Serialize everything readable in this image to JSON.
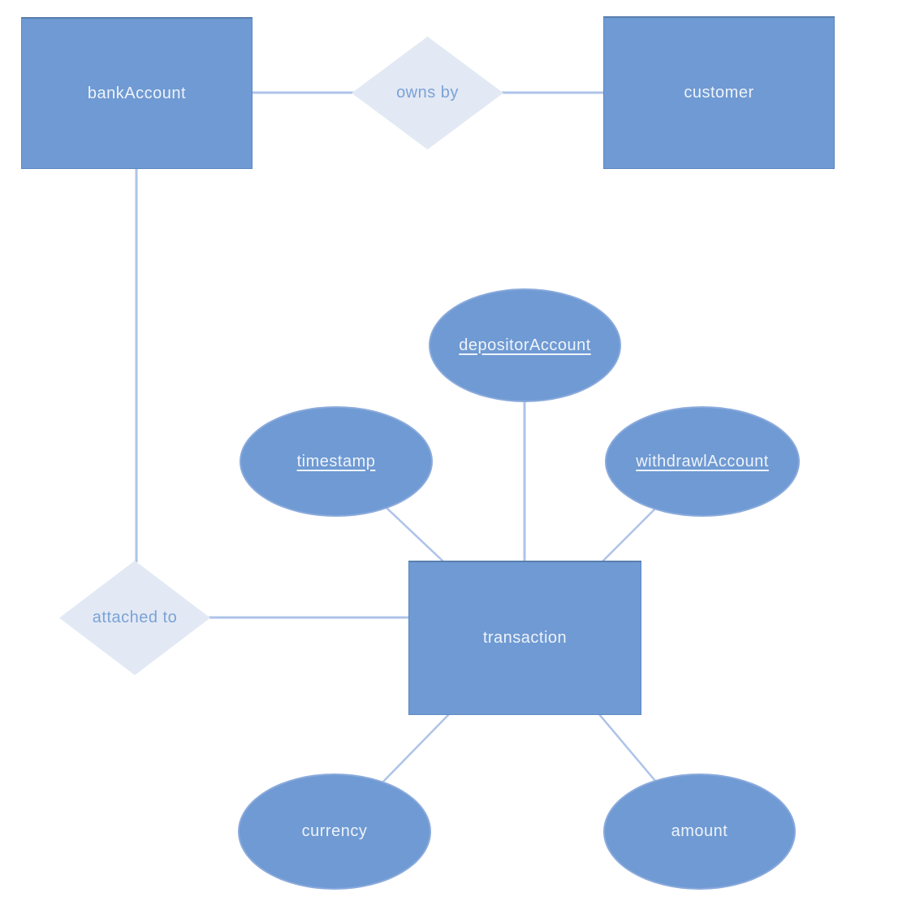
{
  "diagram": {
    "kind": "entity-relationship-diagram",
    "entities": [
      {
        "id": "bankAccount",
        "label": "bankAccount"
      },
      {
        "id": "customer",
        "label": "customer"
      },
      {
        "id": "transaction",
        "label": "transaction"
      }
    ],
    "relationships": [
      {
        "id": "owns-by",
        "label": "owns by",
        "connects": [
          "bankAccount",
          "customer"
        ]
      },
      {
        "id": "attached-to",
        "label": "attached to",
        "connects": [
          "bankAccount",
          "transaction"
        ]
      }
    ],
    "attributes": [
      {
        "id": "depositorAccount",
        "label": "depositorAccount",
        "underlined": true,
        "of": "transaction"
      },
      {
        "id": "timestamp",
        "label": "timestamp",
        "underlined": true,
        "of": "transaction"
      },
      {
        "id": "withdrawlAccount",
        "label": "withdrawlAccount",
        "underlined": true,
        "of": "transaction"
      },
      {
        "id": "currency",
        "label": "currency",
        "underlined": false,
        "of": "transaction"
      },
      {
        "id": "amount",
        "label": "amount",
        "underlined": false,
        "of": "transaction"
      }
    ],
    "colors": {
      "shape_fill": "#6f9ad3",
      "shape_border": "#5d88c2",
      "shape_text": "#eef3fa",
      "relationship_fill": "#e3e9f4",
      "relationship_text": "#7aa2d8",
      "connector": "#adc3e8",
      "background": "#ffffff"
    }
  }
}
